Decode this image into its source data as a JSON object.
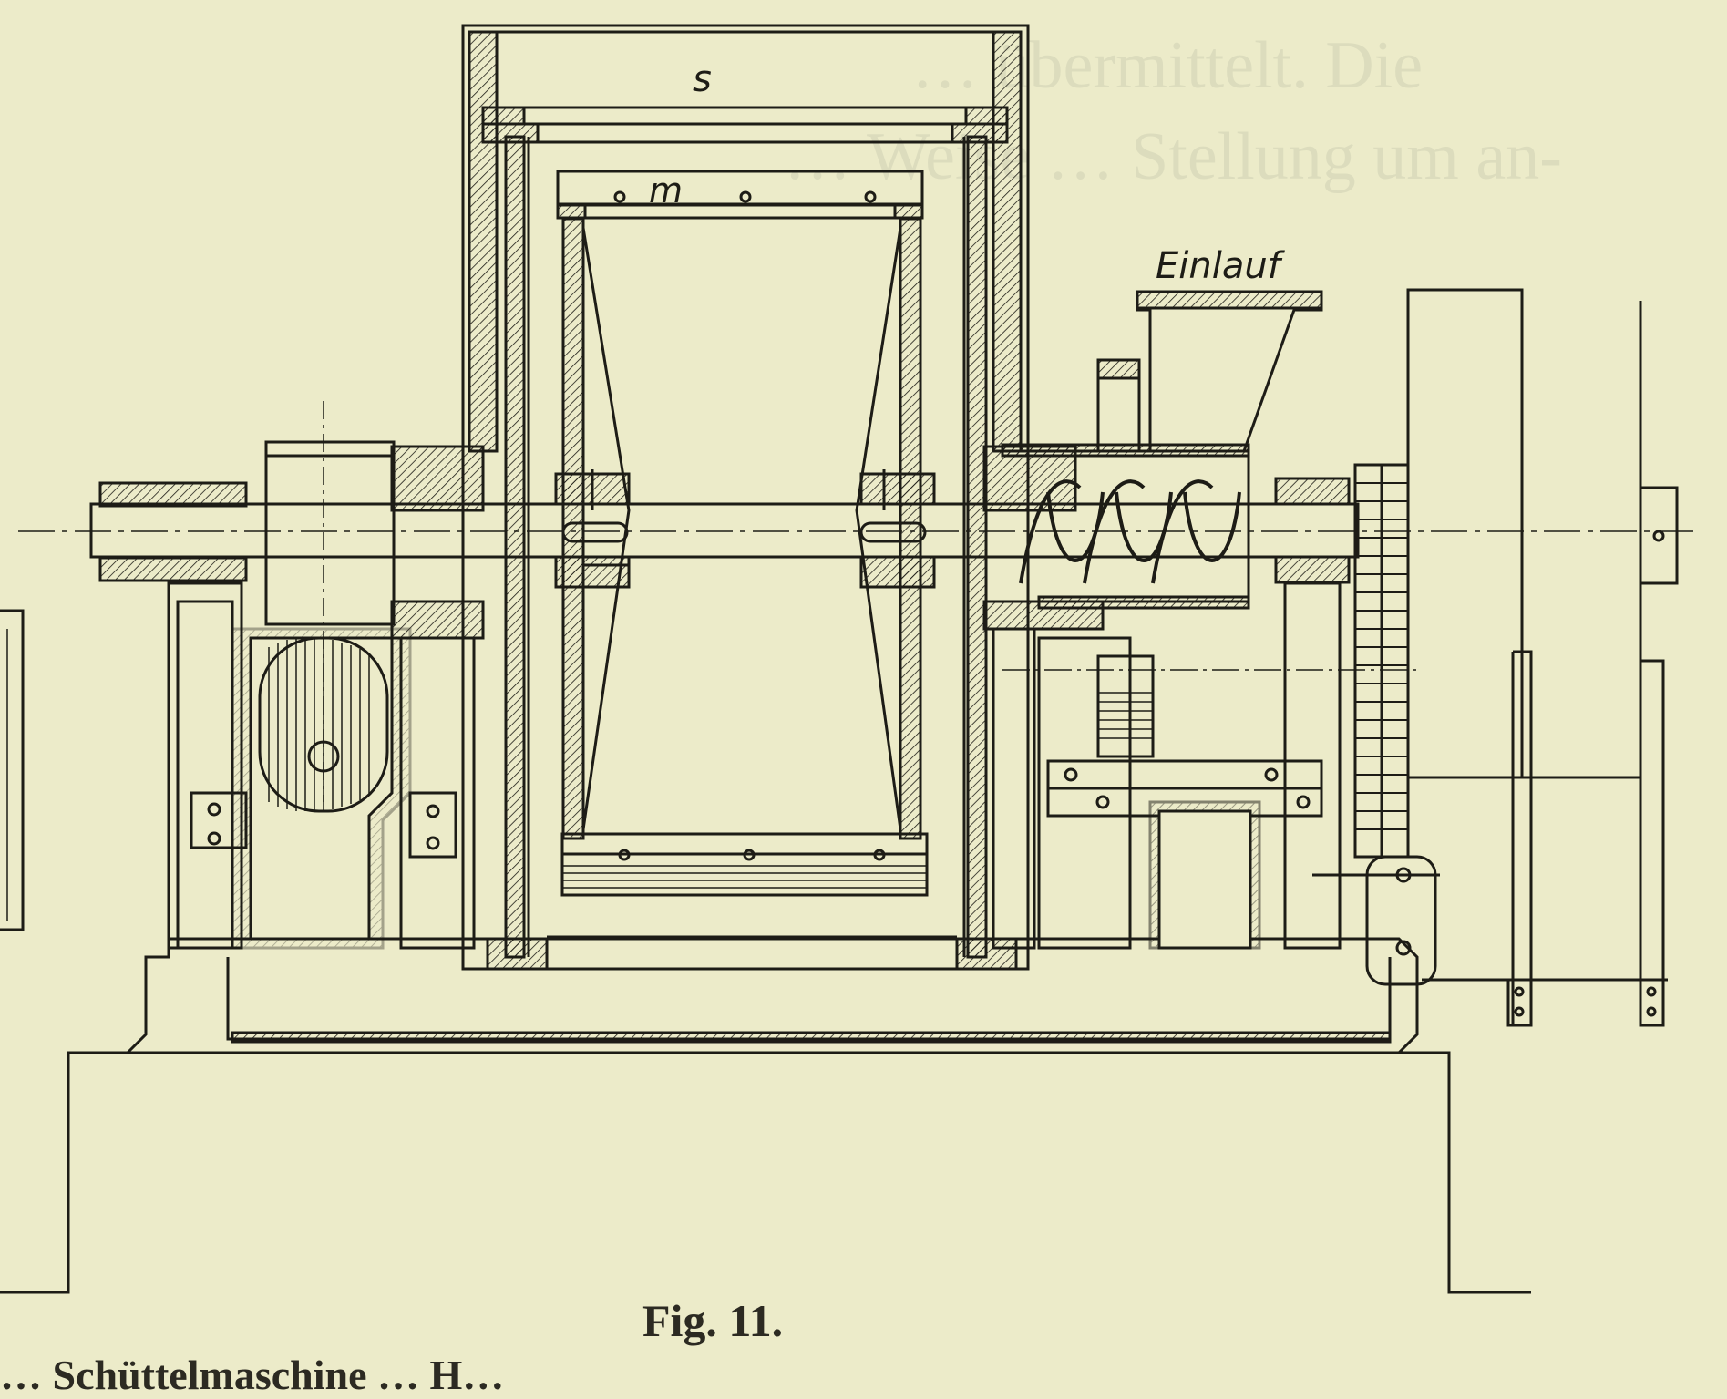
{
  "figure": {
    "labels": {
      "top_frame": "s",
      "inner_frame": "m",
      "inlet": "Einlauf"
    },
    "caption": "Fig. 11.",
    "bleed_through_lines": [
      "… übermittelt. Die",
      "… Weise … Stellung um an-"
    ],
    "bottom_fragment": "… Schüttelmaschine … H…"
  },
  "colors": {
    "paper": "#ecebc9",
    "ink": "#1d1c16"
  }
}
